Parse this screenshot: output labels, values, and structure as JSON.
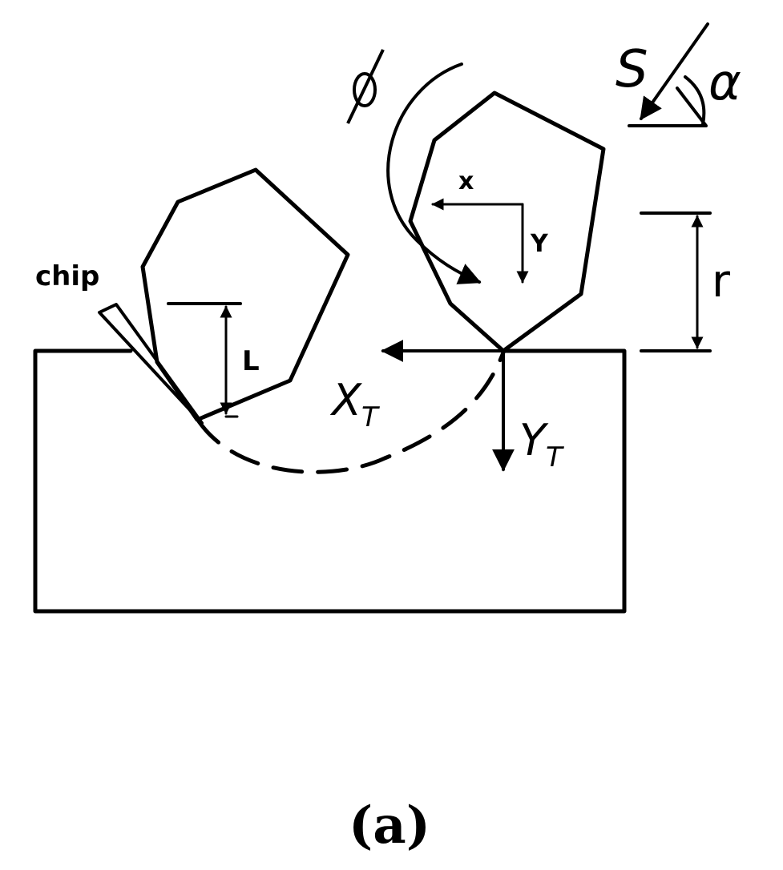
{
  "labels": {
    "phi": "φ",
    "s": "S",
    "alpha": "α",
    "x": "x",
    "y": "Y",
    "r": "r",
    "chip": "chip",
    "l": "L",
    "xt_main": "X",
    "xt_sub": "T",
    "yt_main": "Y",
    "yt_sub": "T"
  },
  "caption": "(a)",
  "colors": {
    "ink": "#000000",
    "background": "#ffffff"
  }
}
